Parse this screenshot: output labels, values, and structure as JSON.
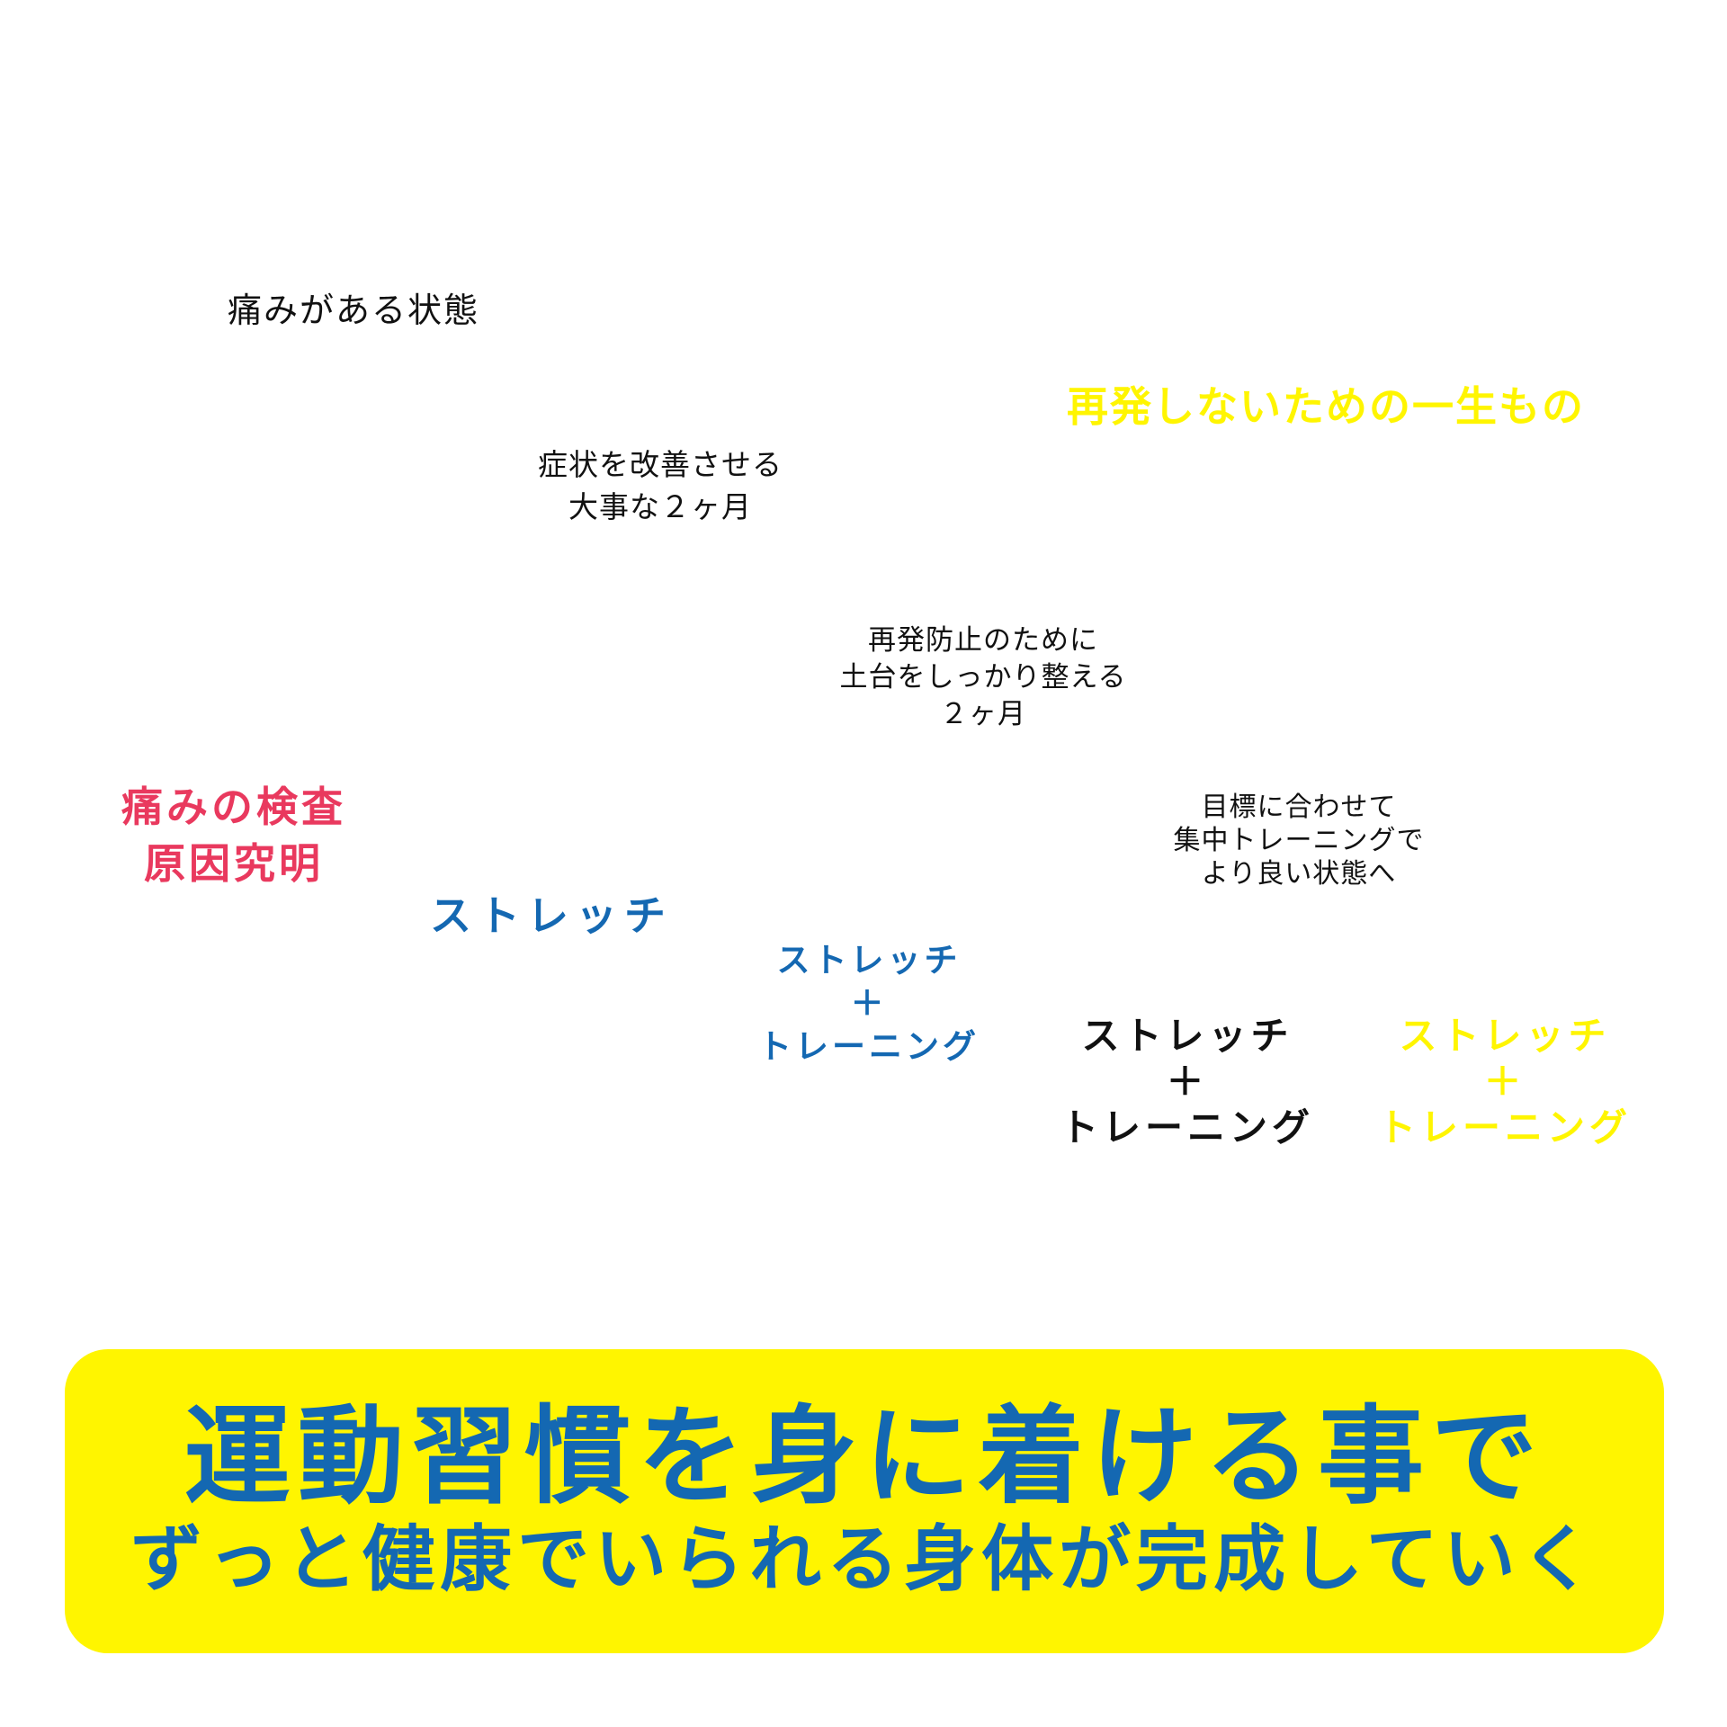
{
  "colors": {
    "yellow": "#FFF500",
    "blue": "#1468B2",
    "red": "#E9395E",
    "ink": "#111111"
  },
  "nodes": {
    "pain_state": {
      "text": "痛みがある状態"
    },
    "lifetime": {
      "text": "再発しないための一生もの"
    },
    "phase1": {
      "lines": [
        "症状を改善させる",
        "大事な２ヶ月"
      ]
    },
    "phase2": {
      "lines": [
        "再発防止のために",
        "土台をしっかり整える",
        "２ヶ月"
      ]
    },
    "exam": {
      "lines": [
        "痛みの検査",
        "原因究明"
      ]
    },
    "stretch_step1": {
      "text": "ストレッチ"
    },
    "stretch_step2": {
      "lines": [
        "ストレッチ",
        "＋",
        "トレーニング"
      ]
    },
    "goal": {
      "lines": [
        "目標に合わせて",
        "集中トレーニングで",
        "より良い状態へ"
      ]
    },
    "stretch_step3": {
      "lines": [
        "ストレッチ",
        "＋",
        "トレーニング"
      ]
    },
    "stretch_step4": {
      "lines": [
        "ストレッチ",
        "＋",
        "トレーニング"
      ]
    },
    "banner": {
      "lines": [
        "運動習慣を身に着ける事で",
        "ずっと健康でいられる身体が完成していく"
      ]
    }
  }
}
